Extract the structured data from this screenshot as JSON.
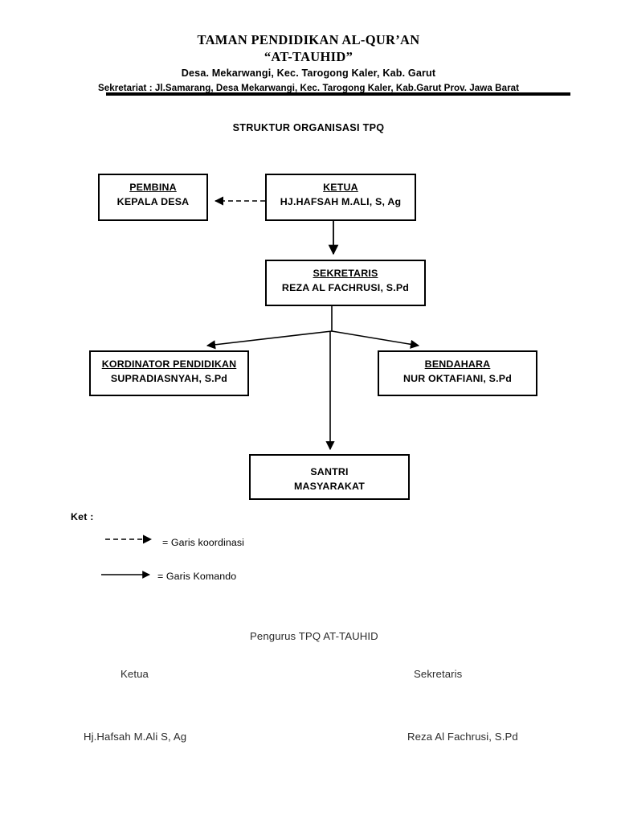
{
  "letterhead": {
    "line1": "TAMAN PENDIDIKAN AL-QUR’AN",
    "line2": "“AT-TAUHID”",
    "line3": "Desa. Mekarwangi, Kec. Tarogong Kaler, Kab. Garut",
    "line4": "Sekretariat : Jl.Samarang, Desa Mekarwangi, Kec. Tarogong Kaler, Kab.Garut Prov. Jawa Barat"
  },
  "chart_title": "STRUKTUR ORGANISASI TPQ",
  "org_chart": {
    "boxes": [
      {
        "id": "pembina",
        "role": "PEMBINA",
        "person": "KEPALA DESA",
        "underline_role": true
      },
      {
        "id": "ketua",
        "role": "KETUA",
        "person": "HJ.HAFSAH M.ALI,  S, Ag",
        "underline_role": true
      },
      {
        "id": "sekretaris",
        "role": "SEKRETARIS",
        "person": "REZA AL FACHRUSI, S.Pd",
        "underline_role": true
      },
      {
        "id": "kordinator",
        "role": "KORDINATOR PENDIDIKAN",
        "person": "SUPRADIASNYAH, S.Pd",
        "underline_role": true
      },
      {
        "id": "bendahara",
        "role": "BENDAHARA",
        "person": "NUR OKTAFIANI, S.Pd",
        "underline_role": true
      },
      {
        "id": "santri",
        "role": "SANTRI",
        "person": "MASYARAKAT",
        "underline_role": false
      }
    ],
    "connections": [
      {
        "from": "ketua",
        "to": "pembina",
        "style": "dashed",
        "meaning": "koordinasi"
      },
      {
        "from": "ketua",
        "to": "sekretaris",
        "style": "solid",
        "meaning": "komando"
      },
      {
        "from": "sekretaris",
        "to": "kordinator",
        "style": "solid",
        "meaning": "komando"
      },
      {
        "from": "sekretaris",
        "to": "bendahara",
        "style": "solid",
        "meaning": "komando"
      },
      {
        "from": "sekretaris",
        "to": "santri",
        "style": "solid",
        "meaning": "komando"
      }
    ]
  },
  "legend": {
    "title": "Ket :",
    "items": [
      {
        "style": "dashed",
        "label": "= Garis koordinasi"
      },
      {
        "style": "solid",
        "label": "= Garis Komando"
      }
    ]
  },
  "signature": {
    "heading": "Pengurus TPQ AT-TAUHID",
    "left_role": "Ketua",
    "right_role": "Sekretaris",
    "left_name": "Hj.Hafsah M.Ali S, Ag",
    "right_name": "Reza Al Fachrusi, S.Pd"
  },
  "colors": {
    "ink": "#000000",
    "paper": "#ffffff",
    "signature_ink": "#2b2b2b"
  }
}
